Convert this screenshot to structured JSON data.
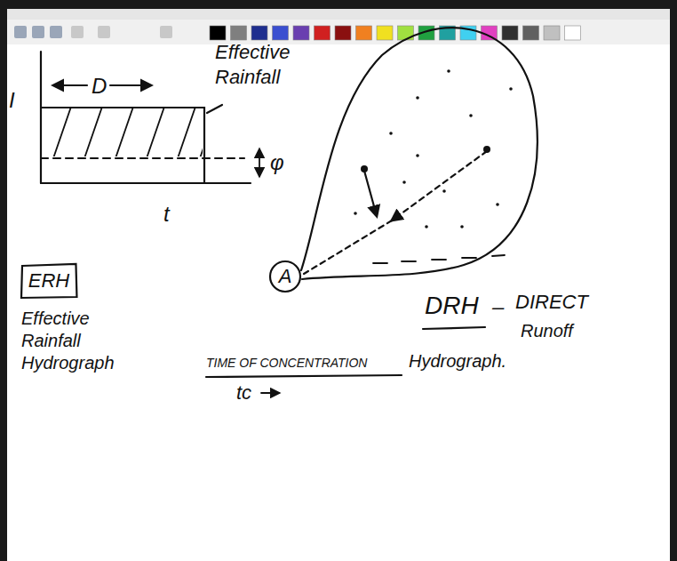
{
  "diagram": {
    "nodes": [
      {
        "text": [
          "ERH"
        ]
      },
      {
        "text": [
          "A"
        ]
      }
    ],
    "labels": [
      "I",
      "D",
      "Effective Rainfall",
      "φ",
      "t",
      "Effective Rainfall Hydrograph",
      "DRH",
      "–",
      "DIRECT",
      "Runoff",
      "TIME OF CONCENTRATION",
      "Hydrograph.",
      "tc"
    ]
  }
}
